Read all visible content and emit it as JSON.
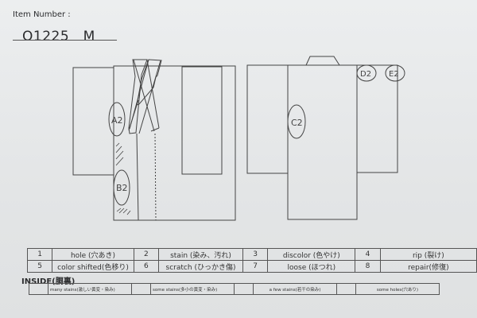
{
  "header": {
    "item_label": "Item Number :",
    "item_number": "O1225　M"
  },
  "diagram": {
    "front_marks": [
      {
        "label": "A2",
        "note": "circled area on left front panel"
      },
      {
        "label": "B2",
        "note": "circled area on lower left front panel"
      }
    ],
    "back_marks": [
      {
        "label": "C2",
        "note": "circled area on left back panel"
      },
      {
        "label": "D2",
        "note": "circled area at top of right sleeve"
      },
      {
        "label": "E2",
        "note": "circled area at top right of right sleeve"
      }
    ]
  },
  "legend": {
    "rows": [
      [
        {
          "num": "1",
          "label": "hole (穴あき)"
        },
        {
          "num": "2",
          "label": "stain (染み、汚れ)"
        },
        {
          "num": "3",
          "label": "discolor (色やけ)"
        },
        {
          "num": "4",
          "label": "rip (裂け)"
        }
      ],
      [
        {
          "num": "5",
          "label": "color shifted(色移り)"
        },
        {
          "num": "6",
          "label": "scratch (ひっかき傷)"
        },
        {
          "num": "7",
          "label": "loose (ほつれ)"
        },
        {
          "num": "8",
          "label": "repair(修復)"
        }
      ]
    ]
  },
  "inside": {
    "title": "INSIDE(胴裏)",
    "options": [
      {
        "label": "many stains(激しい黄変・染み)"
      },
      {
        "label": "some stains(多小の黄変・染み)"
      },
      {
        "label": "a few stains(若干の染み)"
      },
      {
        "label": "some holes(穴あり)"
      }
    ]
  }
}
